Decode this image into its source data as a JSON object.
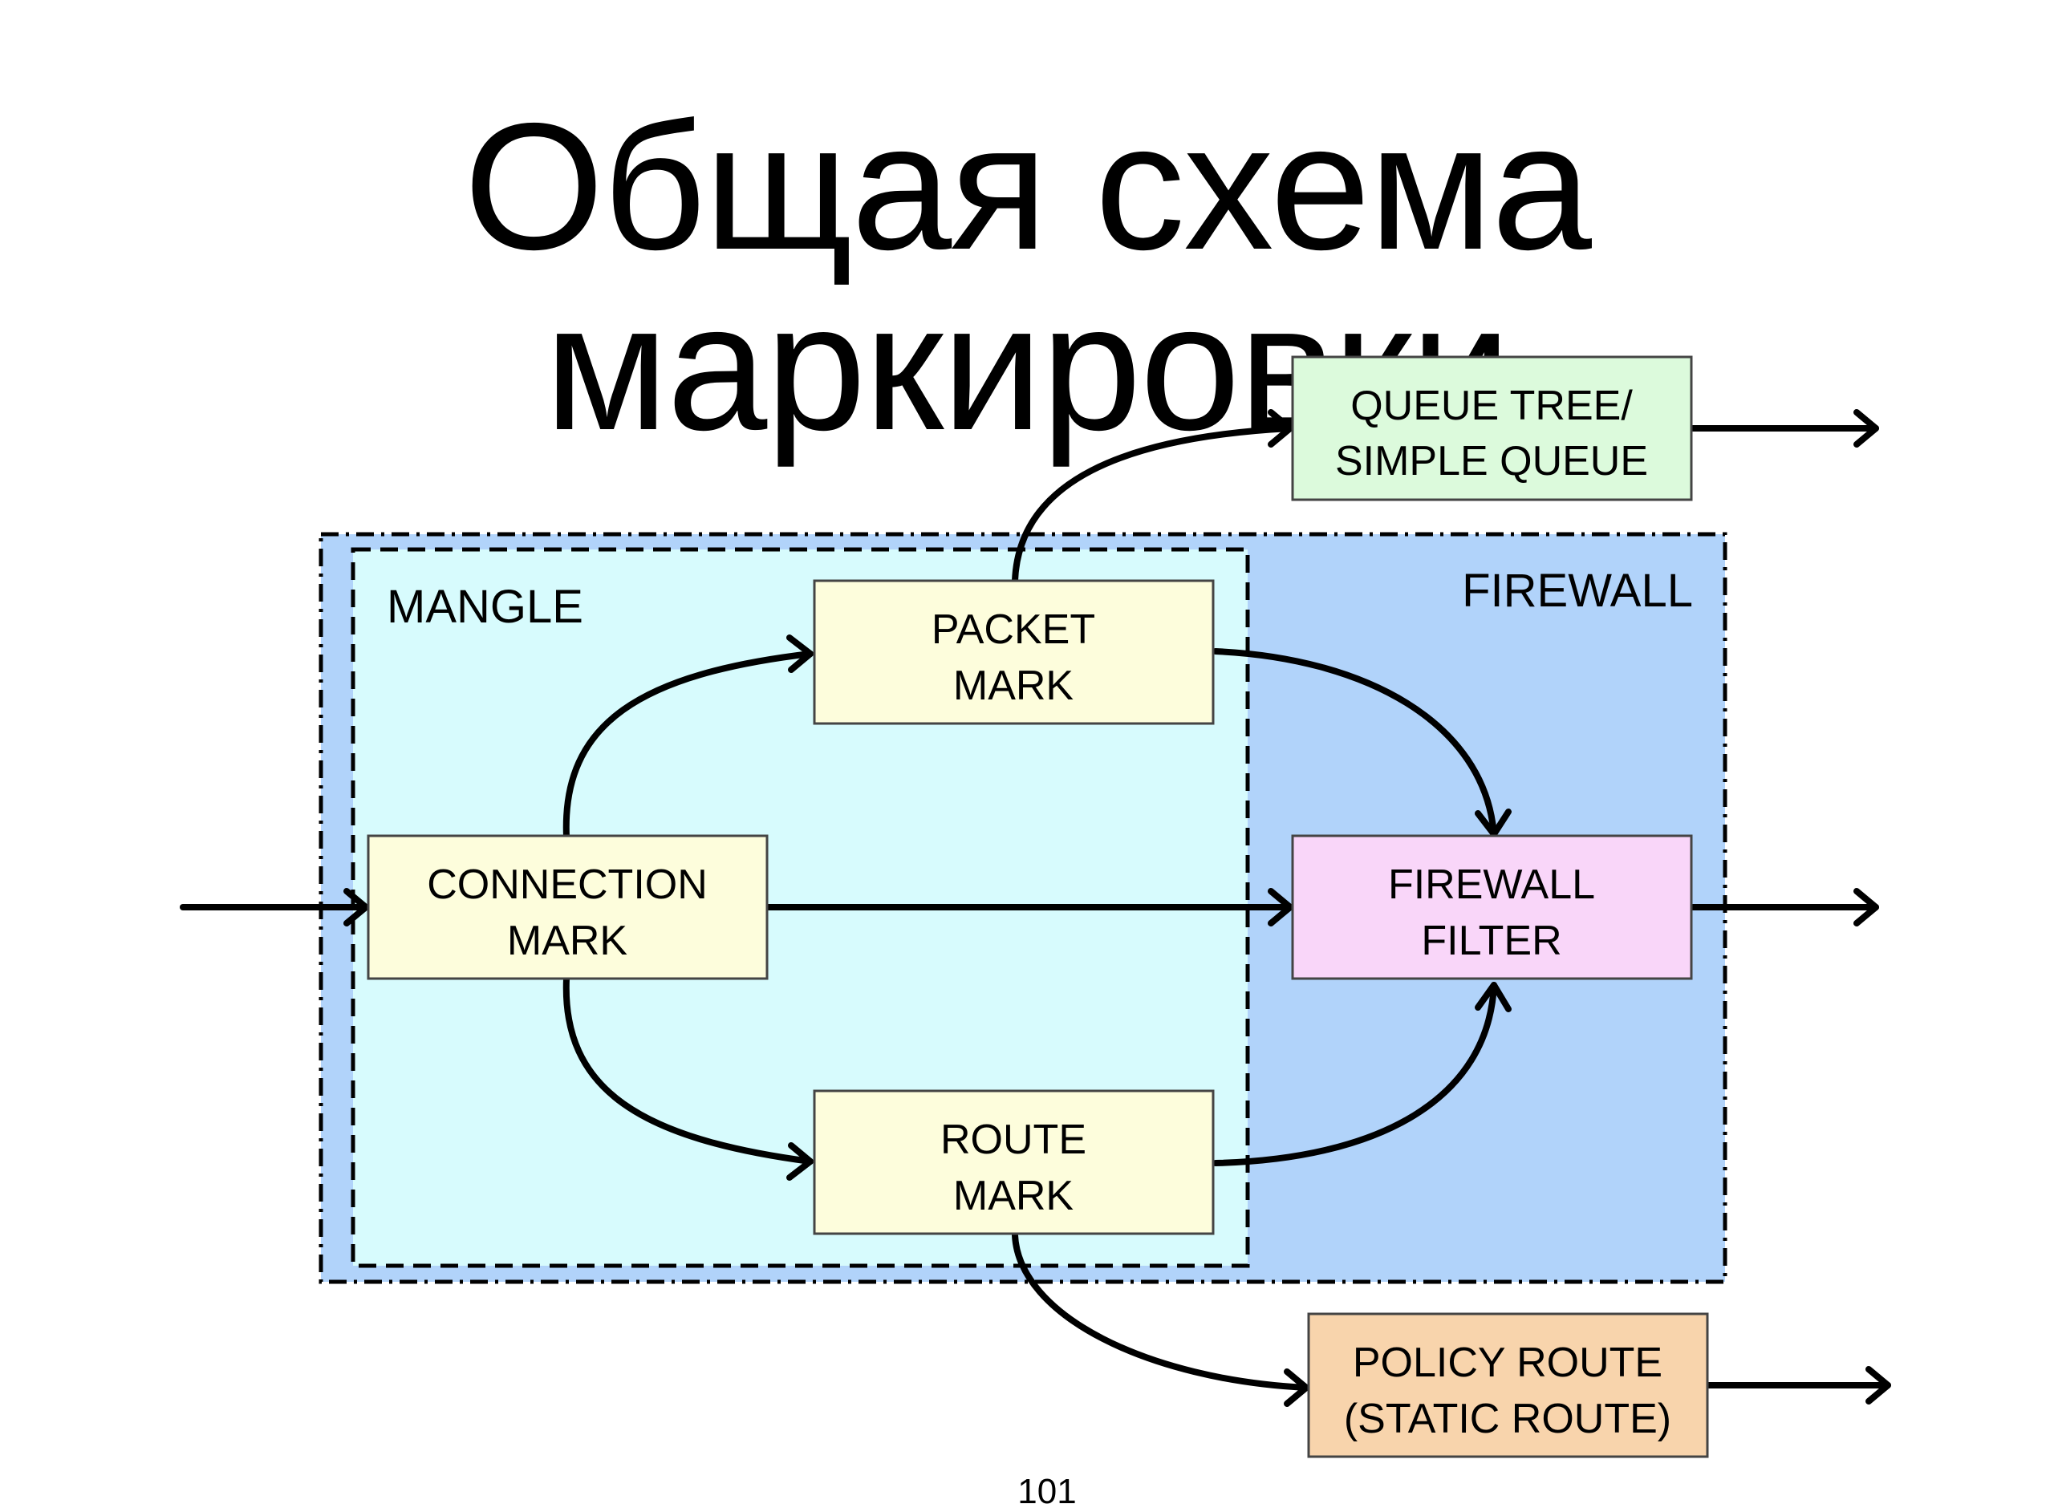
{
  "title": "Общая схема маркировки",
  "regions": {
    "firewall": "FIREWALL",
    "mangle": "MANGLE"
  },
  "boxes": {
    "queue_tree": {
      "line1": "QUEUE TREE/",
      "line2": "SIMPLE QUEUE",
      "fill": "#dcfadc"
    },
    "packet_mark": {
      "line1": "PACKET",
      "line2": "MARK",
      "fill": "#fdfddc"
    },
    "connection_mark": {
      "line1": "CONNECTION",
      "line2": "MARK",
      "fill": "#fdfddc"
    },
    "firewall_filter": {
      "line1": "FIREWALL",
      "line2": "FILTER",
      "fill": "#f9d6f9"
    },
    "route_mark": {
      "line1": "ROUTE",
      "line2": "MARK",
      "fill": "#fdfddc"
    },
    "policy_route": {
      "line1": "POLICY ROUTE",
      "line2": "(STATIC ROUTE)",
      "fill": "#f8d4ac"
    }
  },
  "colors": {
    "firewall_region": "#b1d3fa",
    "mangle_region": "#d7fbfd",
    "stroke": "#000000"
  },
  "page_number": "101"
}
